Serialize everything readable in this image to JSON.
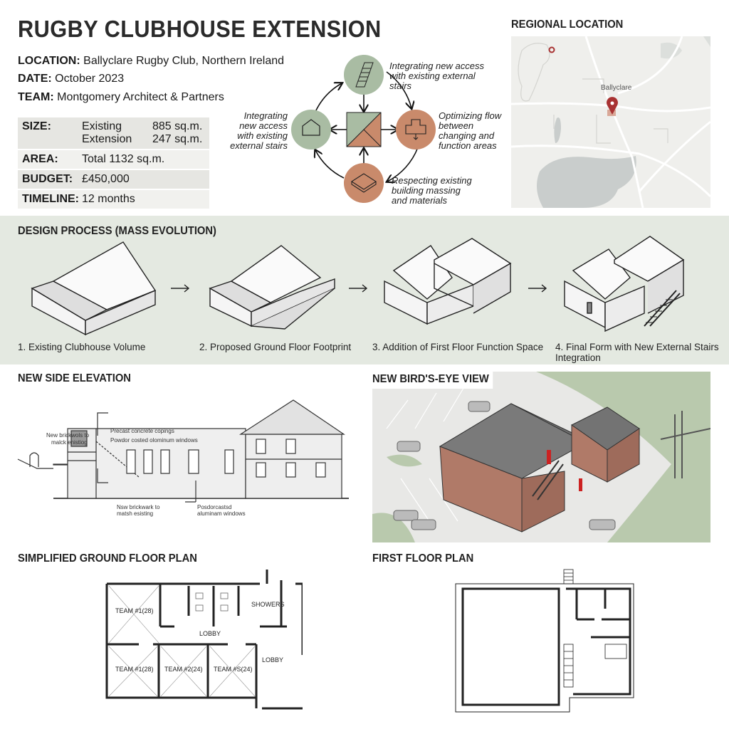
{
  "title": "RUGBY CLUBHOUSE EXTENSION",
  "info": [
    {
      "label": "LOCATION:",
      "value": "Ballyclare Rugby Club, Northern Ireland"
    },
    {
      "label": "DATE:",
      "value": "October 2023"
    },
    {
      "label": "TEAM:",
      "value": "Montgomery Architect & Partners"
    }
  ],
  "table": {
    "size": {
      "label": "SIZE:",
      "existing": "Existing",
      "existing_val": "885 sq.m.",
      "extension": "Extension",
      "extension_val": "247 sq.m."
    },
    "area": {
      "label": "AREA:",
      "value": "Total 1132 sq.m."
    },
    "budget": {
      "label": "BUDGET:",
      "value": "£450,000"
    },
    "timeline": {
      "label": "TIMELINE:",
      "value": "12 months"
    }
  },
  "concept": {
    "top": "Integrating new access with existing external stairs",
    "left": "Integrating new access with existing external stairs",
    "right": "Optimizing flow between changing and function areas",
    "bottom": "Respecting existing building massing and materials",
    "colors": {
      "green": "#a9bca3",
      "terracotta": "#c98a6b"
    }
  },
  "map": {
    "title": "REGIONAL LOCATION",
    "town": "Ballyclare",
    "pin_color": "#a83232"
  },
  "process": {
    "title": "DESIGN PROCESS (MASS EVOLUTION)",
    "steps": [
      "1. Existing Clubhouse Volume",
      "2. Proposed Ground Floor Footprint",
      "3. Addition of First Floor Function Space",
      "4. Final Form with New External Stairs Integration"
    ]
  },
  "elevation": {
    "title": "NEW SIDE ELEVATION",
    "notes": [
      "New brickwols to",
      "malck enistiog",
      "Precast concrete copings",
      "Powdor costed olominum windows",
      "Nsw brickwark to",
      "matsh esisting",
      "Posdorcastsd",
      "aluminam windows"
    ]
  },
  "birdseye": {
    "title": "NEW BIRD'S-EYE VIEW"
  },
  "ground_plan": {
    "title": "SIMPLIFIED GROUND FLOOR PLAN",
    "rooms": [
      "TEAM #1(28)",
      "SHOWERS",
      "LOBBY",
      "TEAM #1(28)",
      "TEAM #2(24)",
      "TEAM #S(24)",
      "LOBBY"
    ]
  },
  "first_plan": {
    "title": "FIRST FLOOR PLAN"
  }
}
